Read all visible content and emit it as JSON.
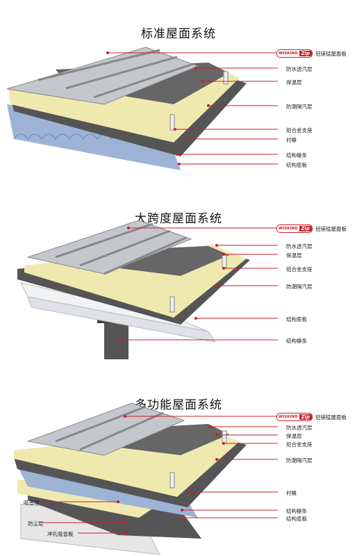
{
  "brand": {
    "name": "WISKIND",
    "product": "Zip"
  },
  "panels": [
    {
      "title": "标准屋面系统",
      "labels": [
        "铝镁锰屋面板",
        "防水透汽层",
        "保温层",
        "防潮隔汽层",
        "铝合金支座",
        "衬檩",
        "结构檩条",
        "结构底板"
      ]
    },
    {
      "title": "大跨度屋面系统",
      "labels": [
        "铝镁锰屋面板",
        "防水透汽层",
        "保温层",
        "铝合金支座",
        "防潮隔汽层",
        "结构底板",
        "结构檩条"
      ]
    },
    {
      "title": "多功能屋面系统",
      "labels": [
        "铝镁锰屋面板",
        "防水透汽层",
        "保温层",
        "铝合金支座",
        "防潮隔汽层",
        "衬檩",
        "结构檩条",
        "结构底板"
      ],
      "left_labels": [
        "吸音层",
        "防尘层",
        "冲孔吸音板"
      ]
    }
  ],
  "colors": {
    "leader": "#c81e2a",
    "panel_metal": "#b9bcc0",
    "insulation": "#efe9b0",
    "membrane": "#4a4a4a",
    "deck_blue": "#9db3d6"
  }
}
